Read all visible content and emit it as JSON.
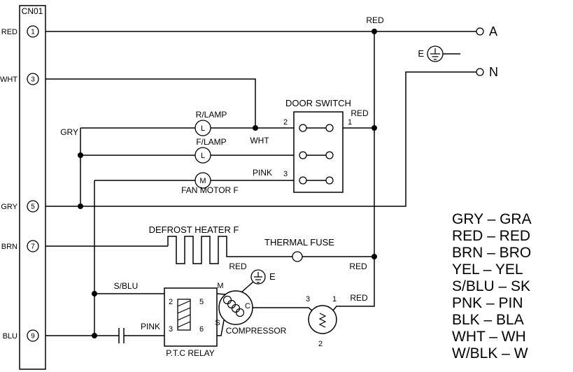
{
  "connector": {
    "name": "CN01",
    "pins": [
      {
        "num": "1",
        "wire": "RED"
      },
      {
        "num": "3",
        "wire": "WHT"
      },
      {
        "num": "5",
        "wire": "GRY"
      },
      {
        "num": "7",
        "wire": "BRN"
      },
      {
        "num": "9",
        "wire": "BLU"
      }
    ]
  },
  "power": {
    "line_label": "RED",
    "terminal_a": "A",
    "terminal_n": "N",
    "earth": "E"
  },
  "door_switch": {
    "title": "DOOR SWITCH",
    "t2": "2",
    "t1": "1",
    "t3": "3",
    "red": "RED"
  },
  "lamps": {
    "r_lamp": "R/LAMP",
    "f_lamp": "F/LAMP",
    "fan_motor": "FAN MOTOR F",
    "lamp_letter": "L",
    "motor_letter": "M",
    "gry": "GRY",
    "wht": "WHT",
    "pink": "PINK"
  },
  "heater": {
    "title": "DEFROST HEATER F",
    "thermal_fuse": "THERMAL FUSE",
    "red_left": "RED",
    "red_right": "RED"
  },
  "compressor_circuit": {
    "s_blu": "S/BLU",
    "pink": "PINK",
    "relay_title": "P.T.C RELAY",
    "relay_t2": "2",
    "relay_t5": "5",
    "relay_t3": "3",
    "relay_t6": "6",
    "compressor": "COMPRESSOR",
    "m": "M",
    "c": "C",
    "s": "S",
    "earth": "E",
    "olp_t3": "3",
    "olp_t1": "1",
    "olp_t2": "2",
    "red": "RED"
  },
  "legend": [
    "GRY – GRA",
    "RED – RED",
    "BRN – BRO",
    "YEL – YEL",
    "S/BLU – SK",
    "PNK – PIN",
    "BLK – BLA",
    "WHT – WH",
    "W/BLK – W"
  ]
}
